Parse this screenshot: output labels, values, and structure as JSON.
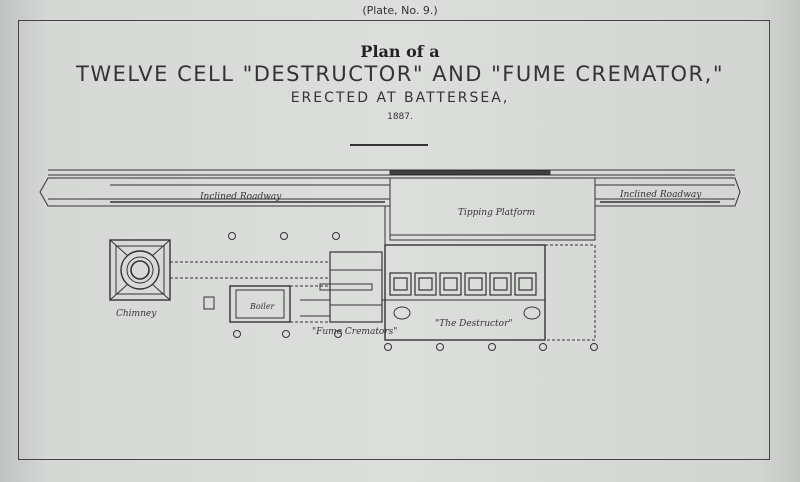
{
  "header": {
    "plate": "(Plate, No. 9.)",
    "title_line1": "Plan of a",
    "title_line2": "TWELVE CELL \"DESTRUCTOR\" AND \"FUME CREMATOR,\"",
    "title_line3": "ERECTED AT BATTERSEA,",
    "year": "1887."
  },
  "plan_labels": {
    "roadway_left": "Inclined Roadway",
    "roadway_right": "Inclined Roadway",
    "tipping_platform": "Tipping Platform",
    "chimney": "Chimney",
    "boiler": "Boiler",
    "fume_cremators": "\"Fume Cremators\"",
    "destructor": "\"The Destructor\""
  },
  "colors": {
    "ink": "#333333",
    "paper": "#d6d8d6"
  }
}
